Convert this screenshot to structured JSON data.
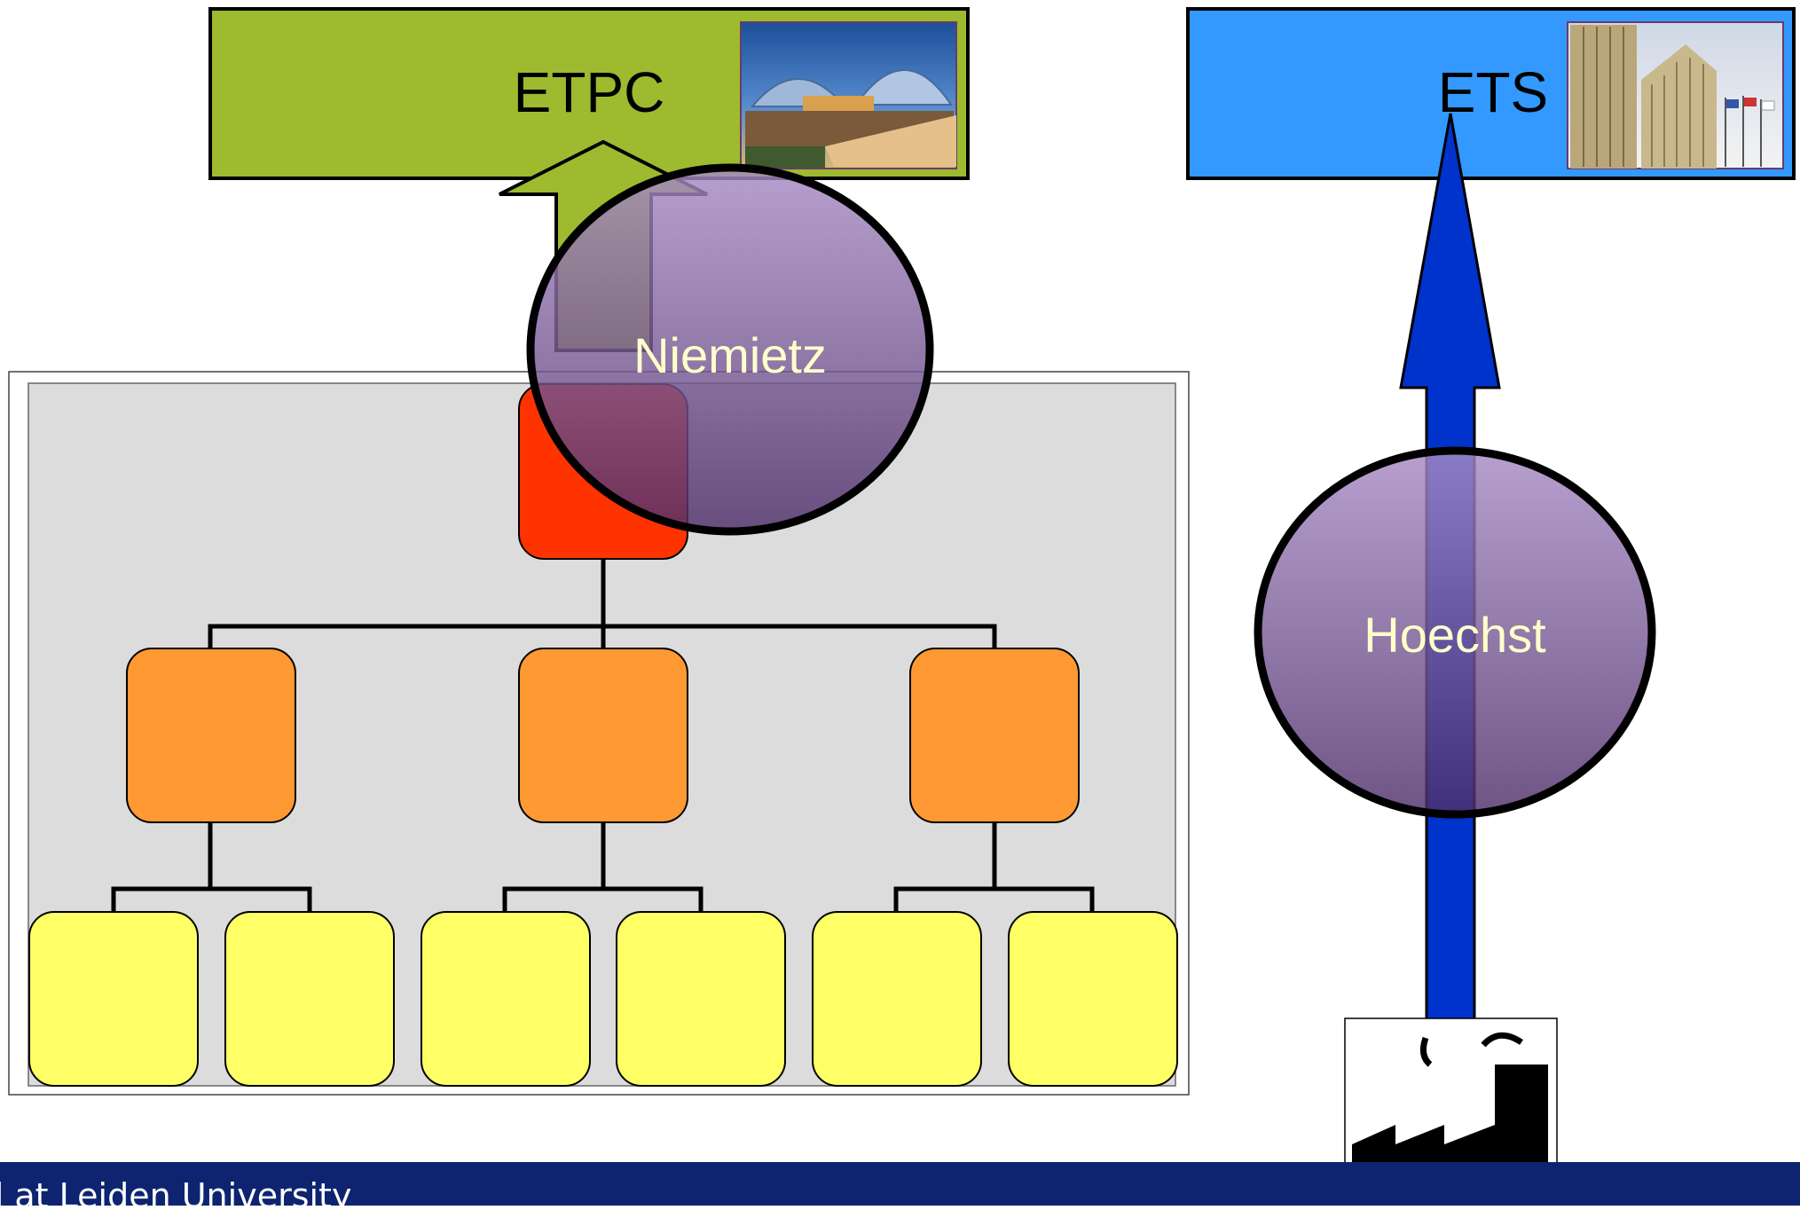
{
  "slide": {
    "colors": {
      "etpc_fill": "#9eba2e",
      "ets_fill": "#3399ff",
      "top_node": "#ff3300",
      "mid_node": "#ff9933",
      "leaf_node": "#ffff66",
      "panel": "#dcdcdc",
      "blue_arrow": "#0033cc",
      "footer": "#0e2470"
    },
    "courts": {
      "etpc": {
        "label": "ETPC",
        "photo_icon": "court-building-photo"
      },
      "ets": {
        "label": "ETS",
        "photo_icon": "court-tower-photo"
      }
    },
    "cases": {
      "niemietz": {
        "label": "Niemietz"
      },
      "hoechst": {
        "label": "Hoechst"
      }
    },
    "factory": {
      "icon": "factory-icon"
    },
    "footer": {
      "text": "rld at Leiden University"
    }
  }
}
